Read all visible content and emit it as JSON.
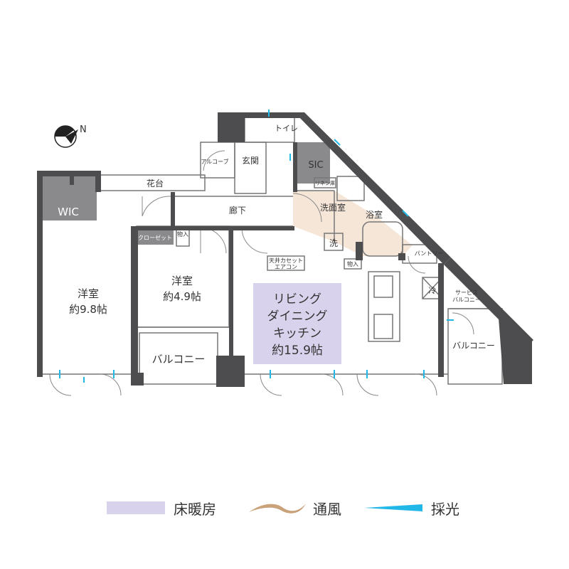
{
  "rooms": {
    "toilet": "トイレ",
    "entrance": "玄関",
    "alcove": "アルコーブ",
    "sic": "SIC",
    "linen": "リネン庫",
    "washroom": "洗面室",
    "bath": "浴室",
    "washer": "洗",
    "flowerbed": "花台",
    "corridor": "廊下",
    "wic": "WIC",
    "closet": "クローゼット",
    "storage_1": "物入",
    "storage_2": "物入",
    "western1": "洋室",
    "western1_size": "約9.8帖",
    "western2": "洋室",
    "western2_size": "約4.9帖",
    "ldk_line1": "リビング",
    "ldk_line2": "ダイニング",
    "ldk_line3": "キッチン",
    "ldk_size": "約15.9帖",
    "aircon_line1": "天井カセット",
    "aircon_line2": "エアコン",
    "pantry": "パントリー",
    "fridge": "冷",
    "service_balcony_line1": "サービス",
    "service_balcony_line2": "バルコニー",
    "balcony_left": "バルコニー",
    "balcony_right": "バルコニー",
    "compass": "N"
  },
  "legend": {
    "floor_heating": "床暖房",
    "ventilation": "通風",
    "daylight": "採光"
  },
  "colors": {
    "wall": "#4d4d4f",
    "floor_heating": "#d9d2ec",
    "wet_area": "#f6e6d8",
    "wic": "#8a8a8c",
    "ventilation": "#c9a27a",
    "daylight": "#21b8e8"
  }
}
